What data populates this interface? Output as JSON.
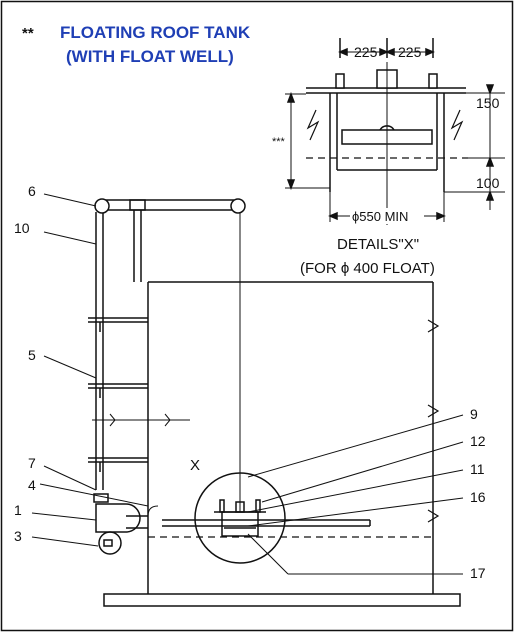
{
  "title": {
    "prefix": "**",
    "line1": "FLOATING ROOF TANK",
    "line2": "(WITH FLOAT WELL)",
    "color": "#1f3fb5"
  },
  "detail": {
    "dim_left": "225",
    "dim_right": "225",
    "dim_150": "150",
    "dim_100": "100",
    "stars": "***",
    "dim_bottom": "ϕ550 MIN",
    "caption1": "DETAILS\"X\"",
    "caption2": "(FOR ϕ 400 FLOAT)"
  },
  "marker_x": "X",
  "callouts": {
    "c1": "1",
    "c3": "3",
    "c4": "4",
    "c5": "5",
    "c6": "6",
    "c7": "7",
    "c9": "9",
    "c10": "10",
    "c11": "11",
    "c12": "12",
    "c16": "16",
    "c17": "17"
  }
}
